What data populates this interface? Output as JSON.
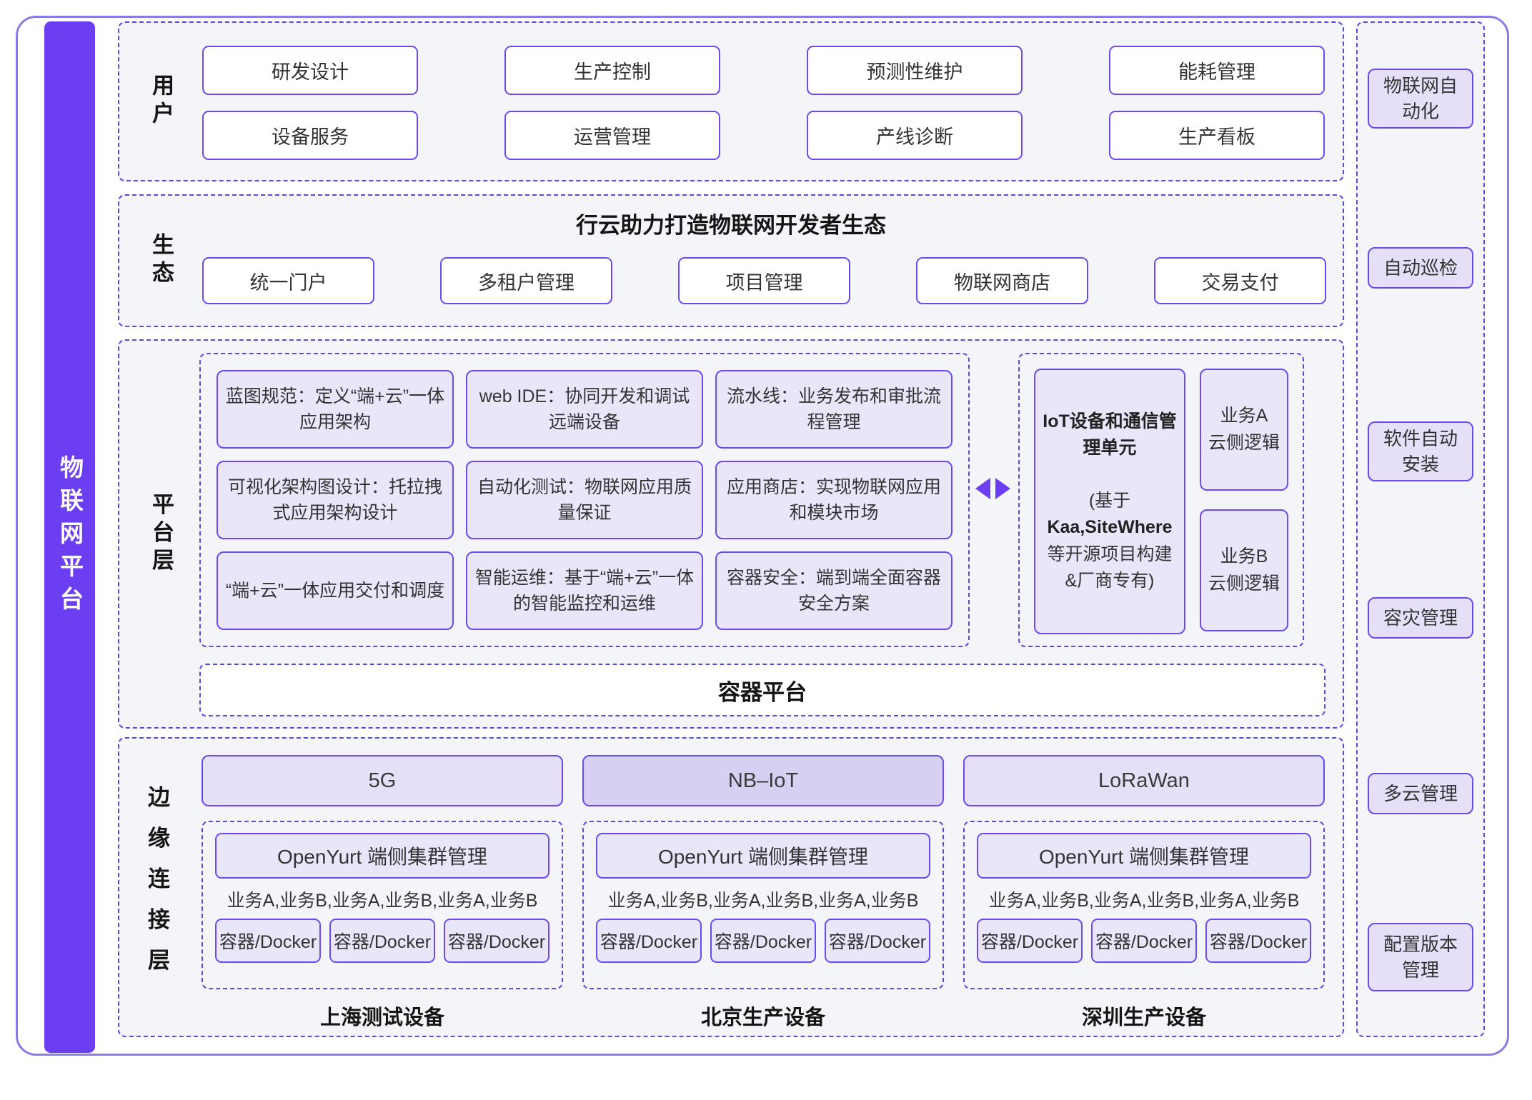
{
  "left_bar": {
    "label": "物联网平台"
  },
  "sections": {
    "users": {
      "label": "用户",
      "boxes": [
        "研发设计",
        "生产控制",
        "预测性维护",
        "能耗管理",
        "设备服务",
        "运营管理",
        "产线诊断",
        "生产看板"
      ]
    },
    "ecosystem": {
      "label": "生态",
      "title": "行云助力打造物联网开发者生态",
      "boxes": [
        "统一门户",
        "多租户管理",
        "项目管理",
        "物联网商店",
        "交易支付"
      ]
    },
    "platform": {
      "label": "平台层",
      "grid": [
        "蓝图规范：定义“端+云”一体应用架构",
        "web IDE：协同开发和调试远端设备",
        "流水线：业务发布和审批流程管理",
        "可视化架构图设计：托拉拽式应用架构设计",
        "自动化测试：物联网应用质量保证",
        "应用商店：实现物联网应用和模块市场",
        "“端+云”一体应用交付和调度",
        "智能运维：基于“端+云”一体的智能监控和运维",
        "容器安全：端到端全面容器安全方案"
      ],
      "iot_unit": {
        "title": "IoT设备和通信管理单元",
        "paren_lines": [
          "(基于",
          "Kaa,SiteWhere",
          "等开源项目构建",
          "&厂商专有)"
        ],
        "side_boxes": [
          {
            "line1": "业务A",
            "line2": "云侧逻辑"
          },
          {
            "line1": "业务B",
            "line2": "云侧逻辑"
          }
        ]
      },
      "container_platform": "容器平台"
    },
    "edge": {
      "label": "边缘连接层",
      "columns": [
        {
          "network": "5G",
          "cluster": "OpenYurt 端侧集群管理",
          "services": "业务A,业务B,业务A,业务B,业务A,业务B",
          "containers": [
            "容器/Docker",
            "容器/Docker",
            "容器/Docker"
          ],
          "caption": "上海测试设备"
        },
        {
          "network": "NB–IoT",
          "cluster": "OpenYurt 端侧集群管理",
          "services": "业务A,业务B,业务A,业务B,业务A,业务B",
          "containers": [
            "容器/Docker",
            "容器/Docker",
            "容器/Docker"
          ],
          "caption": "北京生产设备"
        },
        {
          "network": "LoRaWan",
          "cluster": "OpenYurt 端侧集群管理",
          "services": "业务A,业务B,业务A,业务B,业务A,业务B",
          "containers": [
            "容器/Docker",
            "容器/Docker",
            "容器/Docker"
          ],
          "caption": "深圳生产设备"
        }
      ]
    }
  },
  "right_sidebar": {
    "items": [
      "物联网自动化",
      "自动巡检",
      "软件自动安装",
      "容灾管理",
      "多云管理",
      "配置版本管理"
    ]
  },
  "colors": {
    "accent": "#6C3EF2",
    "box_border": "#6C4AF0",
    "dashed_border": "#5A4ADB",
    "light_fill": "#EAE6FA",
    "medium_fill": "#D8D0F2",
    "sidebar_fill": "#E5E0F8",
    "section_fill": "#F4F5F8"
  }
}
